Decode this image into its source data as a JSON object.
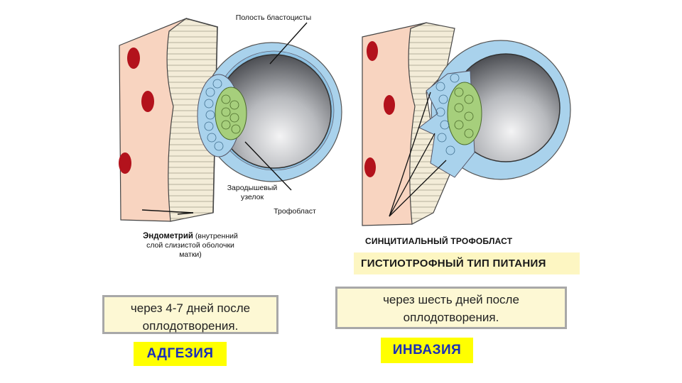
{
  "left": {
    "cavity_label": "Полость бластоцисты",
    "embryoblast_label": [
      "Зародышевый",
      "узелок"
    ],
    "trophoblast_label": "Трофобласт",
    "endometrium_title": "Эндометрий",
    "endometrium_rest": [
      "(внутренний",
      "слой слизистой оболочки",
      "матки)"
    ],
    "time_text": [
      "через 4-7 дней после",
      "оплодотворения."
    ],
    "stage_badge": "АДГЕЗИЯ"
  },
  "right": {
    "syncytial_label": "СИНЦИТИАЛЬНЫЙ ТРОФОБЛАСТ",
    "nutrition_label": "ГИСТИОТРОФНЫЙ ТИП ПИТАНИЯ",
    "time_text": [
      "через шесть дней после",
      "оплодотворения."
    ],
    "stage_badge": "ИНВАЗИЯ"
  },
  "colors": {
    "stroma": "#f8d4c0",
    "blood_vessel": "#b3121c",
    "epithelium": "#f2ebd8",
    "trophoblast_cells": "#a9d2ec",
    "embryoblast_cells": "#a6cf7c",
    "cavity_dark": "#5f6268",
    "badge_bg": "#ffff00",
    "badge_text": "#1a2fb8",
    "card_bg": "#fdf8d4"
  }
}
